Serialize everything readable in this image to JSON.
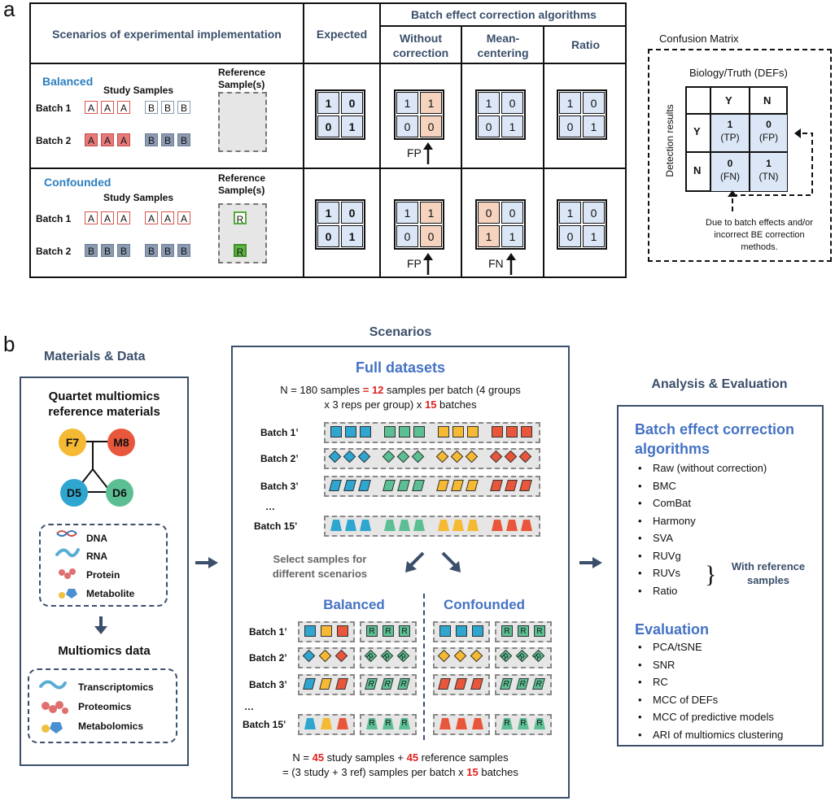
{
  "panel_a": {
    "letter": "a",
    "header": {
      "scenarios": "Scenarios of experimental implementation",
      "expected": "Expected",
      "algos_title": "Batch effect correction algorithms",
      "without": "Without correction",
      "mean_centering": "Mean-centering",
      "ratio": "Ratio"
    },
    "balanced": {
      "title": "Balanced",
      "study_samples": "Study Samples",
      "reference": "Reference Sample(s)",
      "batch1": "Batch 1",
      "batch2": "Batch 2"
    },
    "confounded": {
      "title": "Confounded",
      "study_samples": "Study Samples",
      "reference": "Reference Sample(s)",
      "batch1": "Batch 1",
      "batch2": "Batch 2"
    },
    "fp": "FP",
    "fn": "FN",
    "confusion": {
      "title": "Confusion Matrix",
      "truth": "Biology/Truth (DEFs)",
      "detection": "Detection results",
      "Y": "Y",
      "N": "N",
      "tp": "1",
      "tp_l": "(TP)",
      "fp": "0",
      "fp_l": "(FP)",
      "fn": "0",
      "fn_l": "(FN)",
      "tn": "1",
      "tn_l": "(TN)",
      "note": "Due to batch effects and/or incorrect BE correction methods."
    }
  },
  "panel_b": {
    "letter": "b",
    "materials_title": "Materials & Data",
    "quartet": "Quartet multiomics reference materials",
    "nodes": [
      "F7",
      "M8",
      "D5",
      "D6"
    ],
    "omics": [
      "DNA",
      "RNA",
      "Protein",
      "Metabolite"
    ],
    "multiomics_title": "Multiomics data",
    "data_types": [
      "Transcriptomics",
      "Proteomics",
      "Metabolomics"
    ],
    "scenarios_title": "Scenarios",
    "full_datasets": "Full datasets",
    "full_line1_a": "N = 180 samples ",
    "full_line1_b": "= 12",
    "full_line1_c": " samples per batch (4 groups",
    "full_line2_a": "x 3 reps per group) x ",
    "full_line2_b": "15",
    "full_line2_c": " batches",
    "batches": [
      "Batch 1’",
      "Batch 2’",
      "Batch 3’",
      "…",
      "Batch 15’"
    ],
    "select_text": "Select samples for different scenarios",
    "balanced": "Balanced",
    "confounded": "Confounded",
    "bottom_line1_a": "N = ",
    "bottom_line1_b": "45",
    "bottom_line1_c": " study samples + ",
    "bottom_line1_d": "45",
    "bottom_line1_e": " reference samples",
    "bottom_line2_a": "= (3 study + 3 ref) samples per batch x ",
    "bottom_line2_b": "15",
    "bottom_line2_c": " batches",
    "ref_letter": "R",
    "analysis_title": "Analysis & Evaluation",
    "bec_title": "Batch effect correction algorithms",
    "algorithms": [
      "Raw (without correction)",
      "BMC",
      "ComBat",
      "Harmony",
      "SVA",
      "RUVg",
      "RUVs",
      "Ratio"
    ],
    "with_ref": "With reference samples",
    "evaluation_title": "Evaluation",
    "evaluations": [
      "PCA/tSNE",
      "SNR",
      "RC",
      "MCC of DEFs",
      "MCC of predictive models",
      "ARI of multiomics clustering"
    ],
    "colors": {
      "teal": "#2fa6cf",
      "green": "#5cbf94",
      "yellow": "#f5b933",
      "red": "#e8573b",
      "navy": "#3b4f6b",
      "blue": "#4472c4",
      "accent_red": "#e02020"
    }
  }
}
